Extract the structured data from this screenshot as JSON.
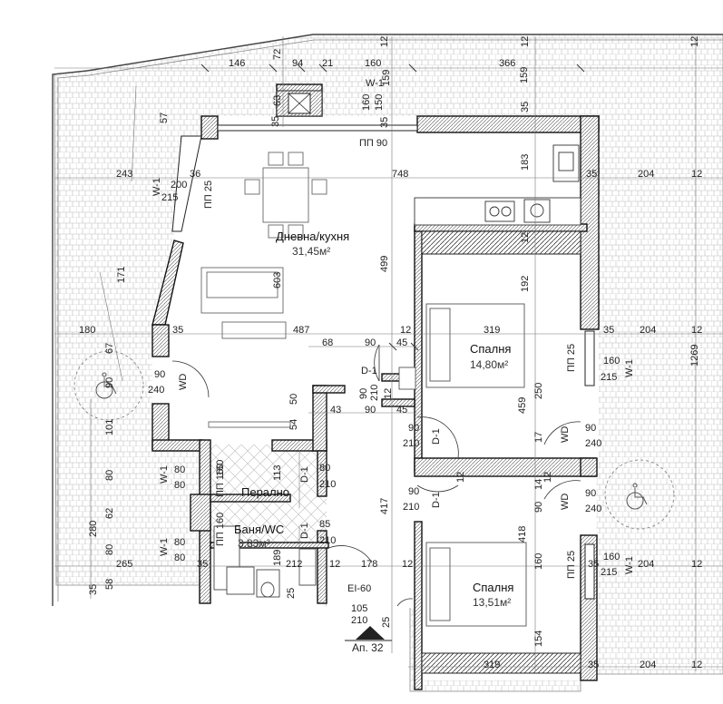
{
  "rooms": {
    "living": {
      "name": "Дневна/кухня",
      "area": "31,45м²"
    },
    "bedroom1": {
      "name": "Спалня",
      "area": "14,80м²"
    },
    "bedroom2": {
      "name": "Спалня",
      "area": "13,51м²"
    },
    "laundry": {
      "name": "Перално"
    },
    "bath": {
      "name": "Баня/WC",
      "area": "3,83м²"
    }
  },
  "apartment_tag": "Ап. 32",
  "dims": {
    "d146": "146",
    "d72": "72",
    "d94": "94",
    "d21": "21",
    "d160": "160",
    "d366": "366",
    "d12": "12",
    "d159": "159",
    "d63": "63",
    "d35": "35",
    "d150": "150",
    "d57": "57",
    "d243": "243",
    "d200": "200",
    "d36": "36",
    "d748": "748",
    "d204": "204",
    "d183": "183",
    "d215": "215",
    "d171": "171",
    "d499": "499",
    "d192": "192",
    "d603": "603",
    "d180": "180",
    "d487": "487",
    "d319": "319",
    "d1269": "1269",
    "d67": "67",
    "d68": "68",
    "d90": "90",
    "d45": "45",
    "d240": "240",
    "d210": "210",
    "d50": "50",
    "d43": "43",
    "d250": "250",
    "d459": "459",
    "d54": "54",
    "d101": "101",
    "d17": "17",
    "d113": "113",
    "d80": "80",
    "d417": "417",
    "d14": "14",
    "d62": "62",
    "d280": "280",
    "d85": "85",
    "d418": "418",
    "d189": "189",
    "d212": "212",
    "d178": "178",
    "d265": "265",
    "d58": "58",
    "d25": "25",
    "d105": "105",
    "d154": "154"
  },
  "tags": {
    "w1": "W-1",
    "wd": "WD",
    "d1": "D-1",
    "pp90": "ПП 90",
    "pp25": "ПП 25",
    "pp160": "ПП 160",
    "ei60": "EI-60"
  }
}
